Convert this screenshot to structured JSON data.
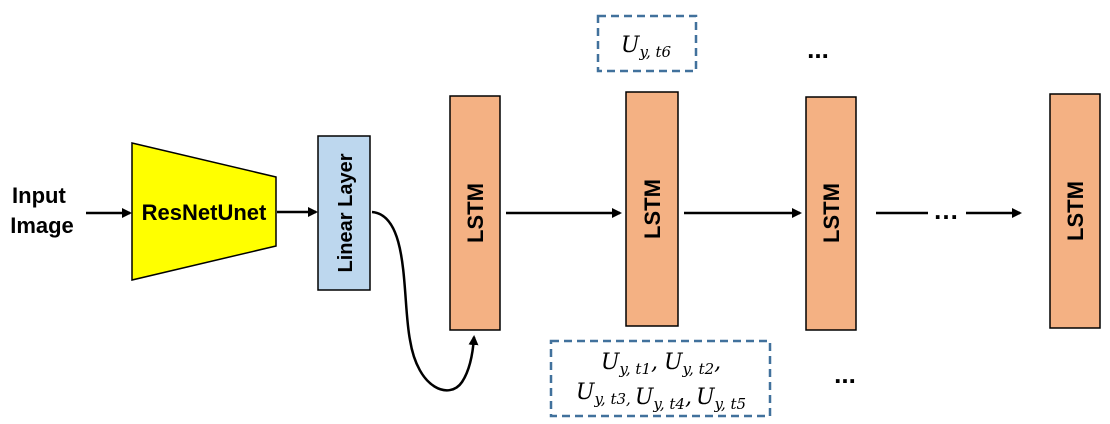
{
  "input_label": [
    "Input",
    "Image"
  ],
  "encoder_label": "ResNetUnet",
  "linear_label": "Linear Layer",
  "lstm_label": "LSTM",
  "flow_ellipsis": "…",
  "top_ellipsis": "...",
  "bottom_ellipsis": "...",
  "top_label": {
    "main": "U",
    "sub": "y, t6"
  },
  "bottom_label": {
    "line1": [
      {
        "main": "U",
        "sub": "y, t1",
        "sep": ","
      },
      {
        "main": "U",
        "sub": "y, t2",
        "sep": ","
      }
    ],
    "line2": [
      {
        "main": "U",
        "sub": "y, t3,",
        "sep": ""
      },
      {
        "main": "U",
        "sub": "y, t4",
        "sep": ","
      },
      {
        "main": "U",
        "sub": "y, t5",
        "sep": ""
      }
    ]
  },
  "colors": {
    "encoder_fill": "#ffff00",
    "linear_fill": "#bdd7ee",
    "lstm_fill": "#f4b183",
    "dashed_border": "#41719c"
  }
}
